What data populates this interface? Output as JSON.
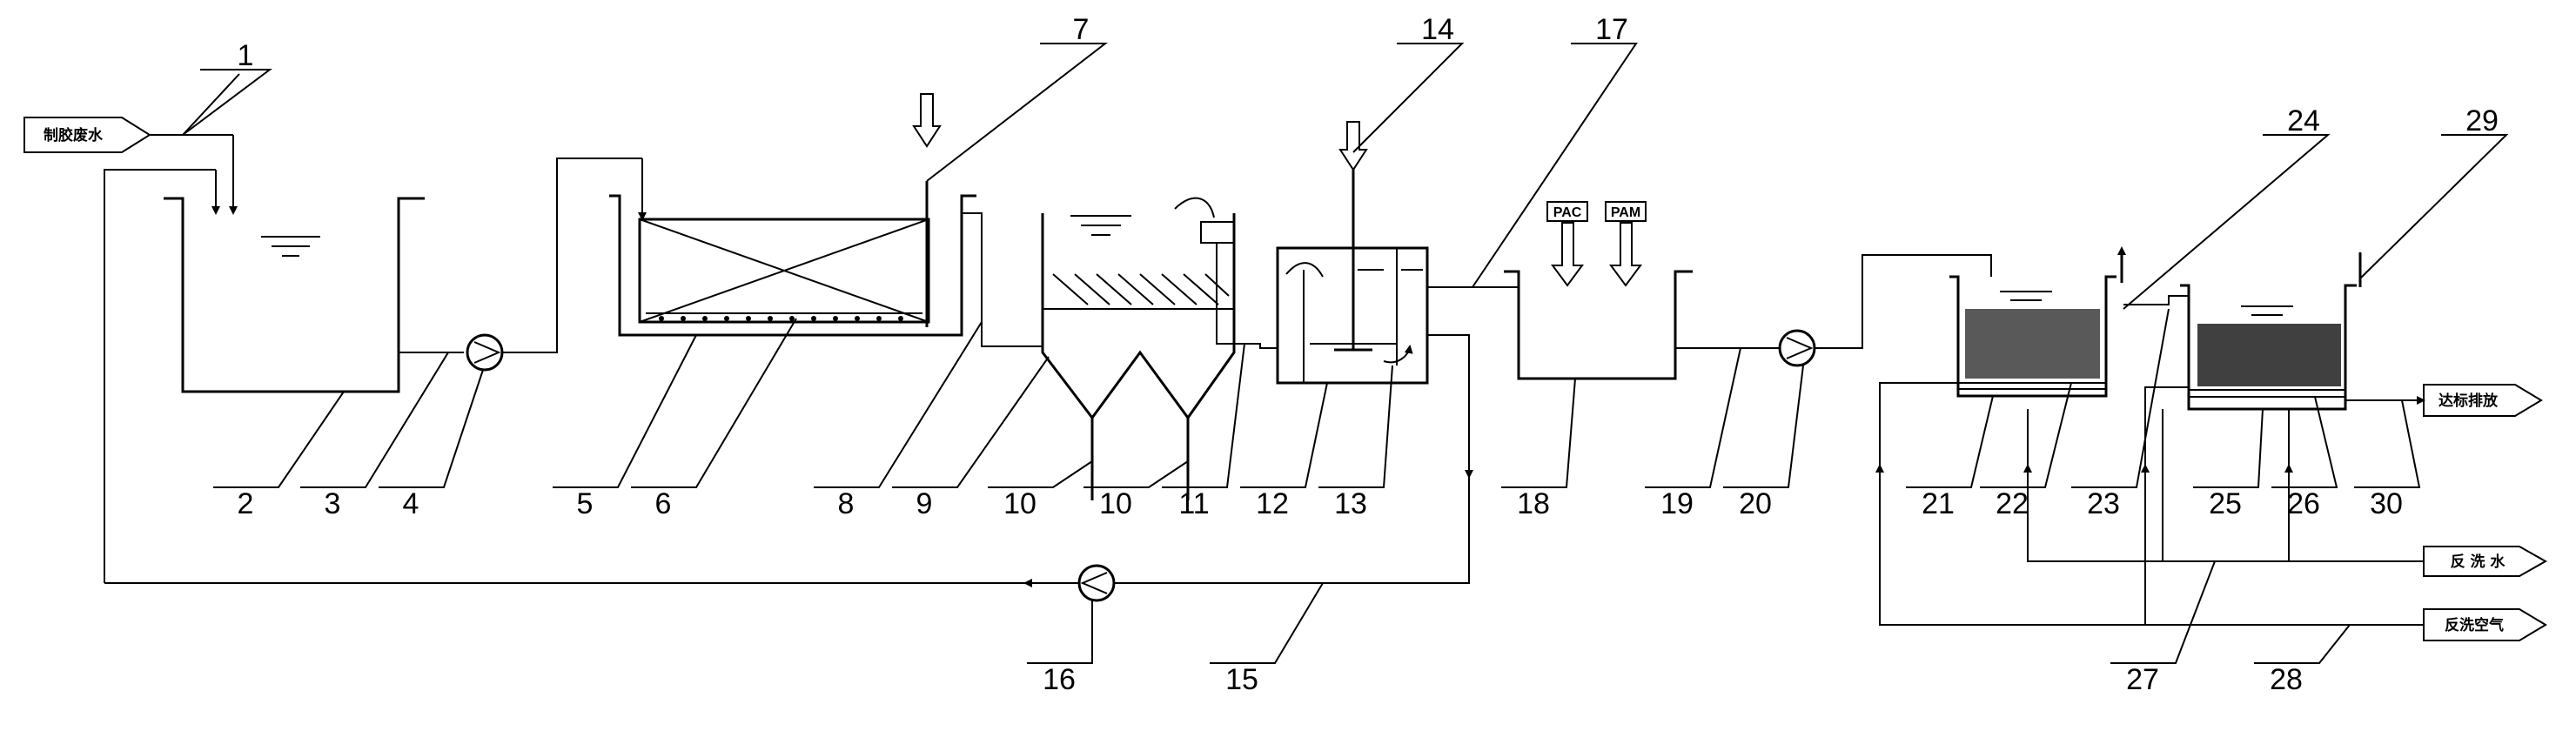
{
  "diagram": {
    "labels": {
      "n1": "1",
      "n2": "2",
      "n3": "3",
      "n4": "4",
      "n5": "5",
      "n6": "6",
      "n7": "7",
      "n8": "8",
      "n9": "9",
      "n10a": "10",
      "n10b": "10",
      "n11": "11",
      "n12": "12",
      "n13": "13",
      "n14": "14",
      "n15": "15",
      "n16": "16",
      "n17": "17",
      "n18": "18",
      "n19": "19",
      "n20": "20",
      "n21": "21",
      "n22": "22",
      "n23": "23",
      "n24": "24",
      "n25": "25",
      "n26": "26",
      "n27": "27",
      "n28": "28",
      "n29": "29",
      "n30": "30"
    },
    "tags": {
      "inlet": "制胶废水",
      "outlet": "达标排放",
      "backwash_water": "反 洗 水",
      "backwash_air": "反洗空气",
      "pac1": "PAC",
      "pac2": "PAM"
    }
  }
}
